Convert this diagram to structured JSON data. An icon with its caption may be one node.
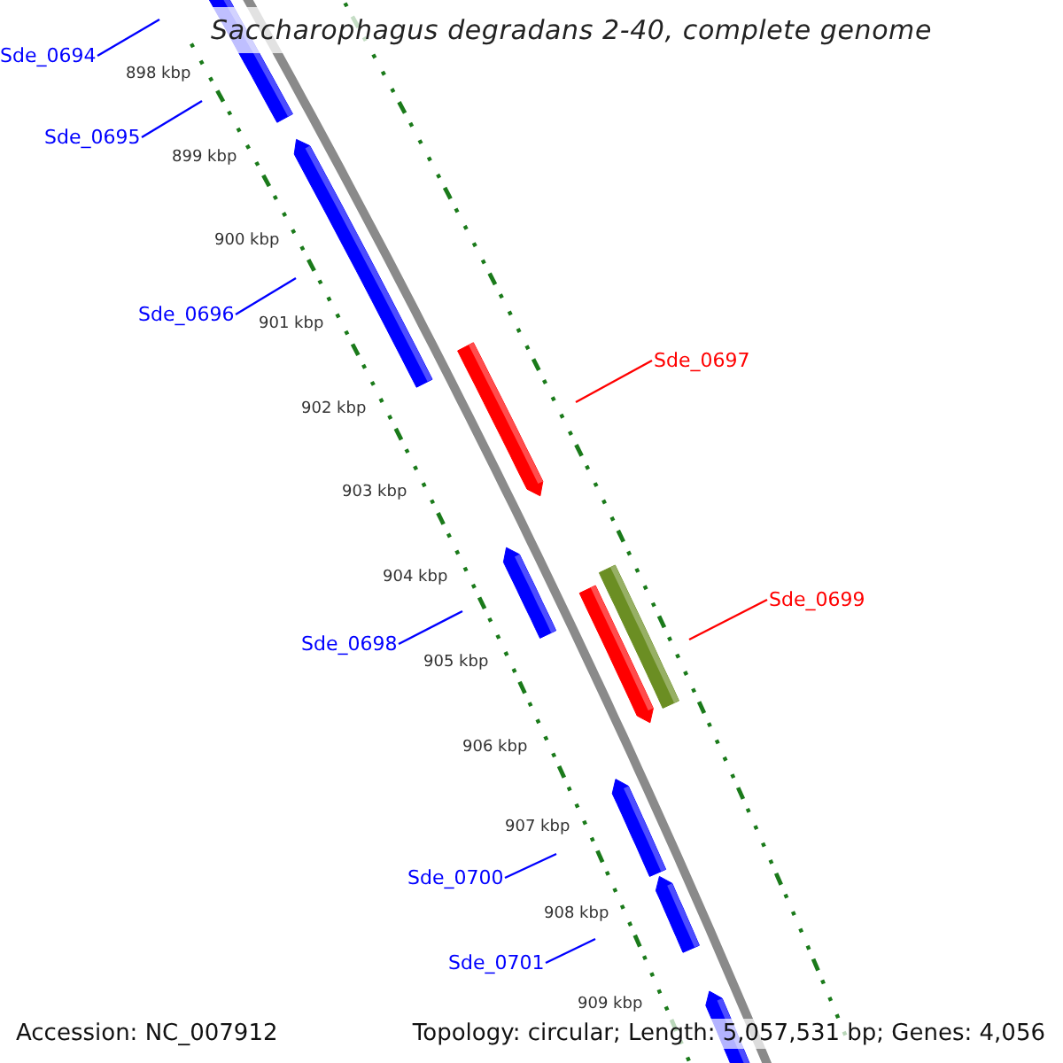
{
  "diagram": {
    "title": "Saccharophagus degradans 2-40, complete genome",
    "nodes": [
      {
        "text": [
          "Sde_0694"
        ]
      },
      {
        "text": [
          "Sde_0695"
        ]
      },
      {
        "text": [
          "Sde_0696"
        ]
      },
      {
        "text": [
          "Sde_0697"
        ]
      },
      {
        "text": [
          "Sde_0698"
        ]
      },
      {
        "text": [
          "Sde_0699"
        ]
      },
      {
        "text": [
          "Sde_0700"
        ]
      },
      {
        "text": [
          "Sde_0701"
        ]
      }
    ],
    "edges": [
      {
        "from": 0,
        "to": null,
        "arrow": "none"
      },
      {
        "from": 1,
        "to": null,
        "arrow": "none"
      },
      {
        "from": 2,
        "to": null,
        "arrow": "none"
      },
      {
        "from": 3,
        "to": null,
        "arrow": "none",
        "color": "#ff0000"
      },
      {
        "from": 4,
        "to": null,
        "arrow": "none"
      },
      {
        "from": 5,
        "to": null,
        "arrow": "none",
        "color": "#ff0000"
      },
      {
        "from": 6,
        "to": null,
        "arrow": "none"
      },
      {
        "from": 7,
        "to": null,
        "arrow": "none"
      }
    ],
    "labels": [
      "898 kbp",
      "899 kbp",
      "900 kbp",
      "901 kbp",
      "902 kbp",
      "903 kbp",
      "904 kbp",
      "905 kbp",
      "906 kbp",
      "907 kbp",
      "908 kbp",
      "909 kbp",
      "Accession: NC_007912",
      "Topology: circular; Length: 5,057,531 bp; Genes: 4,056"
    ]
  }
}
